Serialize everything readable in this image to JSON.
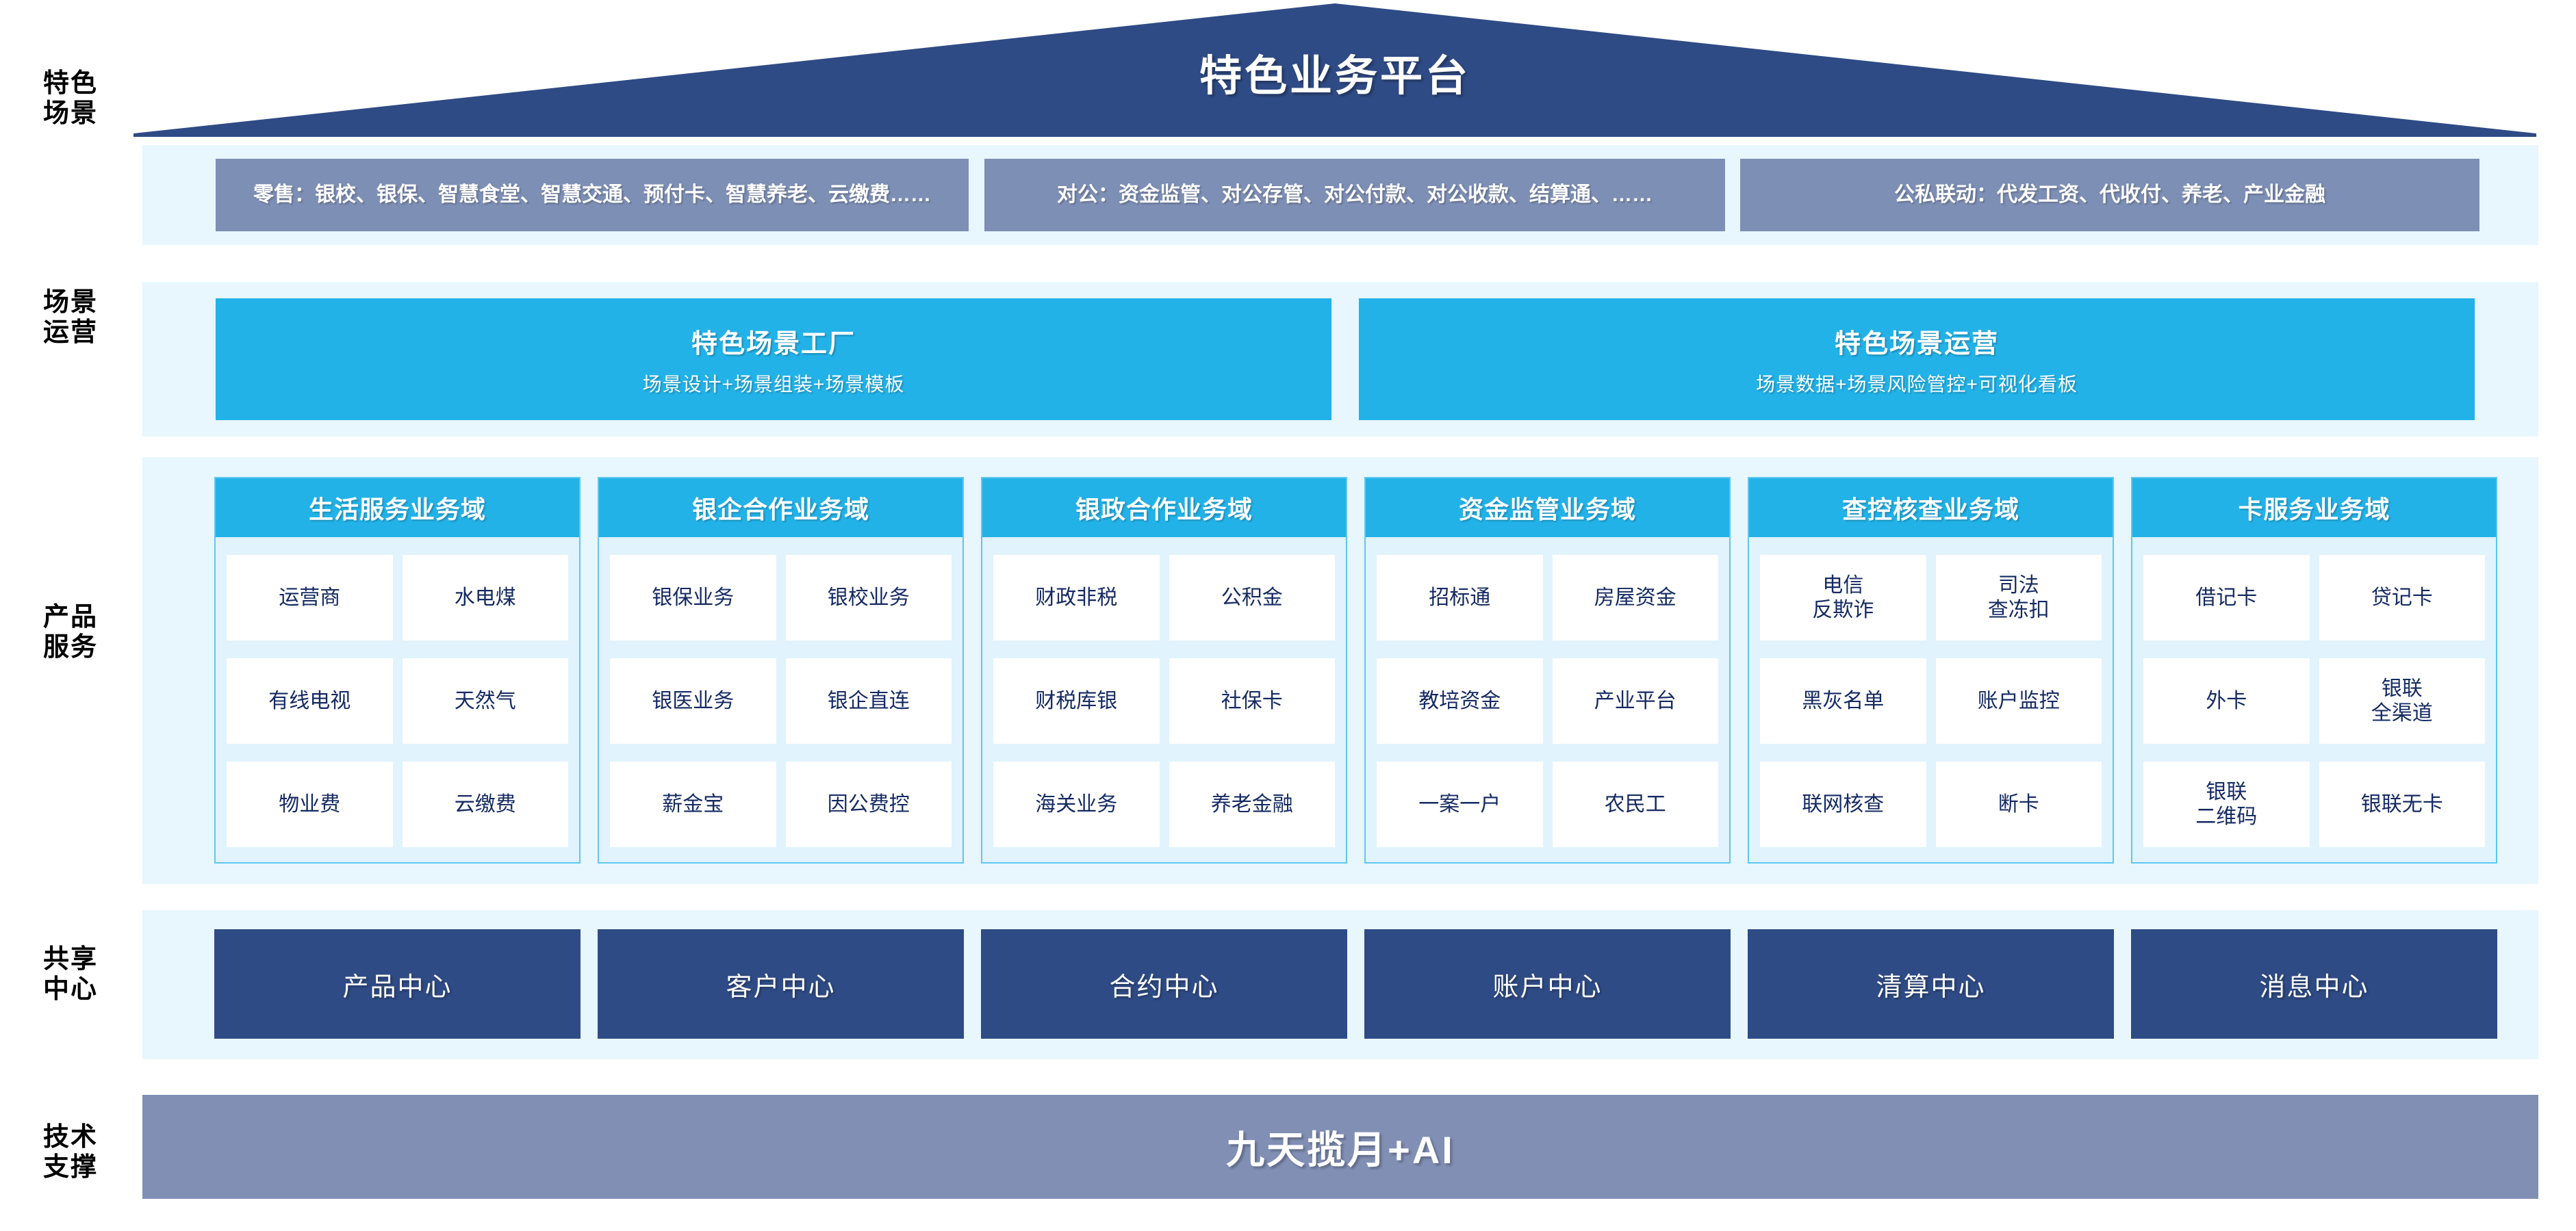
{
  "header": {
    "title": "特色业务平台",
    "shape": "roof-pentagon",
    "color": "#2f4b85"
  },
  "row_labels": [
    {
      "key": "scenes",
      "text": "特色\n场景"
    },
    {
      "key": "operation",
      "text": "场景\n运营"
    },
    {
      "key": "products",
      "text": "产品\n服务"
    },
    {
      "key": "centers",
      "text": "共享\n中心"
    },
    {
      "key": "tech",
      "text": "技术\n支撑"
    }
  ],
  "scenes": {
    "boxes": [
      {
        "name": "retail",
        "text": "零售：银校、银保、智慧食堂、智慧交通、预付卡、智慧养老、云缴费……"
      },
      {
        "name": "corporate",
        "text": "对公：资金监管、对公存管、对公付款、对公收款、结算通、……"
      },
      {
        "name": "public-private",
        "text": "公私联动：代发工资、代收付、养老、产业金融"
      }
    ]
  },
  "operation": {
    "bars": [
      {
        "name": "scene-factory",
        "title": "特色场景工厂",
        "subtitle": "场景设计+场景组装+场景模板"
      },
      {
        "name": "scene-operation",
        "title": "特色场景运营",
        "subtitle": "场景数据+场景风险管控+可视化看板"
      }
    ]
  },
  "products": {
    "domains": [
      {
        "name": "life-service",
        "title": "生活服务业务域",
        "items": [
          "运营商",
          "水电煤",
          "有线电视",
          "天然气",
          "物业费",
          "云缴费"
        ]
      },
      {
        "name": "bank-enterprise",
        "title": "银企合作业务域",
        "items": [
          "银保业务",
          "银校业务",
          "银医业务",
          "银企直连",
          "薪金宝",
          "因公费控"
        ]
      },
      {
        "name": "bank-government",
        "title": "银政合作业务域",
        "items": [
          "财政非税",
          "公积金",
          "财税库银",
          "社保卡",
          "海关业务",
          "养老金融"
        ]
      },
      {
        "name": "fund-supervision",
        "title": "资金监管业务域",
        "items": [
          "招标通",
          "房屋资金",
          "教培资金",
          "产业平台",
          "一案一户",
          "农民工"
        ]
      },
      {
        "name": "investigation-control",
        "title": "查控核查业务域",
        "items": [
          "电信\n反欺诈",
          "司法\n查冻扣",
          "黑灰名单",
          "账户监控",
          "联网核查",
          "断卡"
        ]
      },
      {
        "name": "card-service",
        "title": "卡服务业务域",
        "items": [
          "借记卡",
          "贷记卡",
          "外卡",
          "银联\n全渠道",
          "银联\n二维码",
          "银联无卡"
        ]
      }
    ]
  },
  "centers": {
    "items": [
      {
        "name": "product-center",
        "label": "产品中心"
      },
      {
        "name": "customer-center",
        "label": "客户中心"
      },
      {
        "name": "contract-center",
        "label": "合约中心"
      },
      {
        "name": "account-center",
        "label": "账户中心"
      },
      {
        "name": "clearing-center",
        "label": "清算中心"
      },
      {
        "name": "message-center",
        "label": "消息中心"
      }
    ]
  },
  "tech": {
    "label": "九天揽月+AI"
  },
  "colors": {
    "roof": "#2f4b85",
    "scene_box": "#7e8fb5",
    "cyan": "#22b2e8",
    "band": "#e8f6fd",
    "panel": "#e1f3fc",
    "center": "#2f4b85",
    "tech": "#818fb5",
    "cell_text": "#152a62"
  }
}
